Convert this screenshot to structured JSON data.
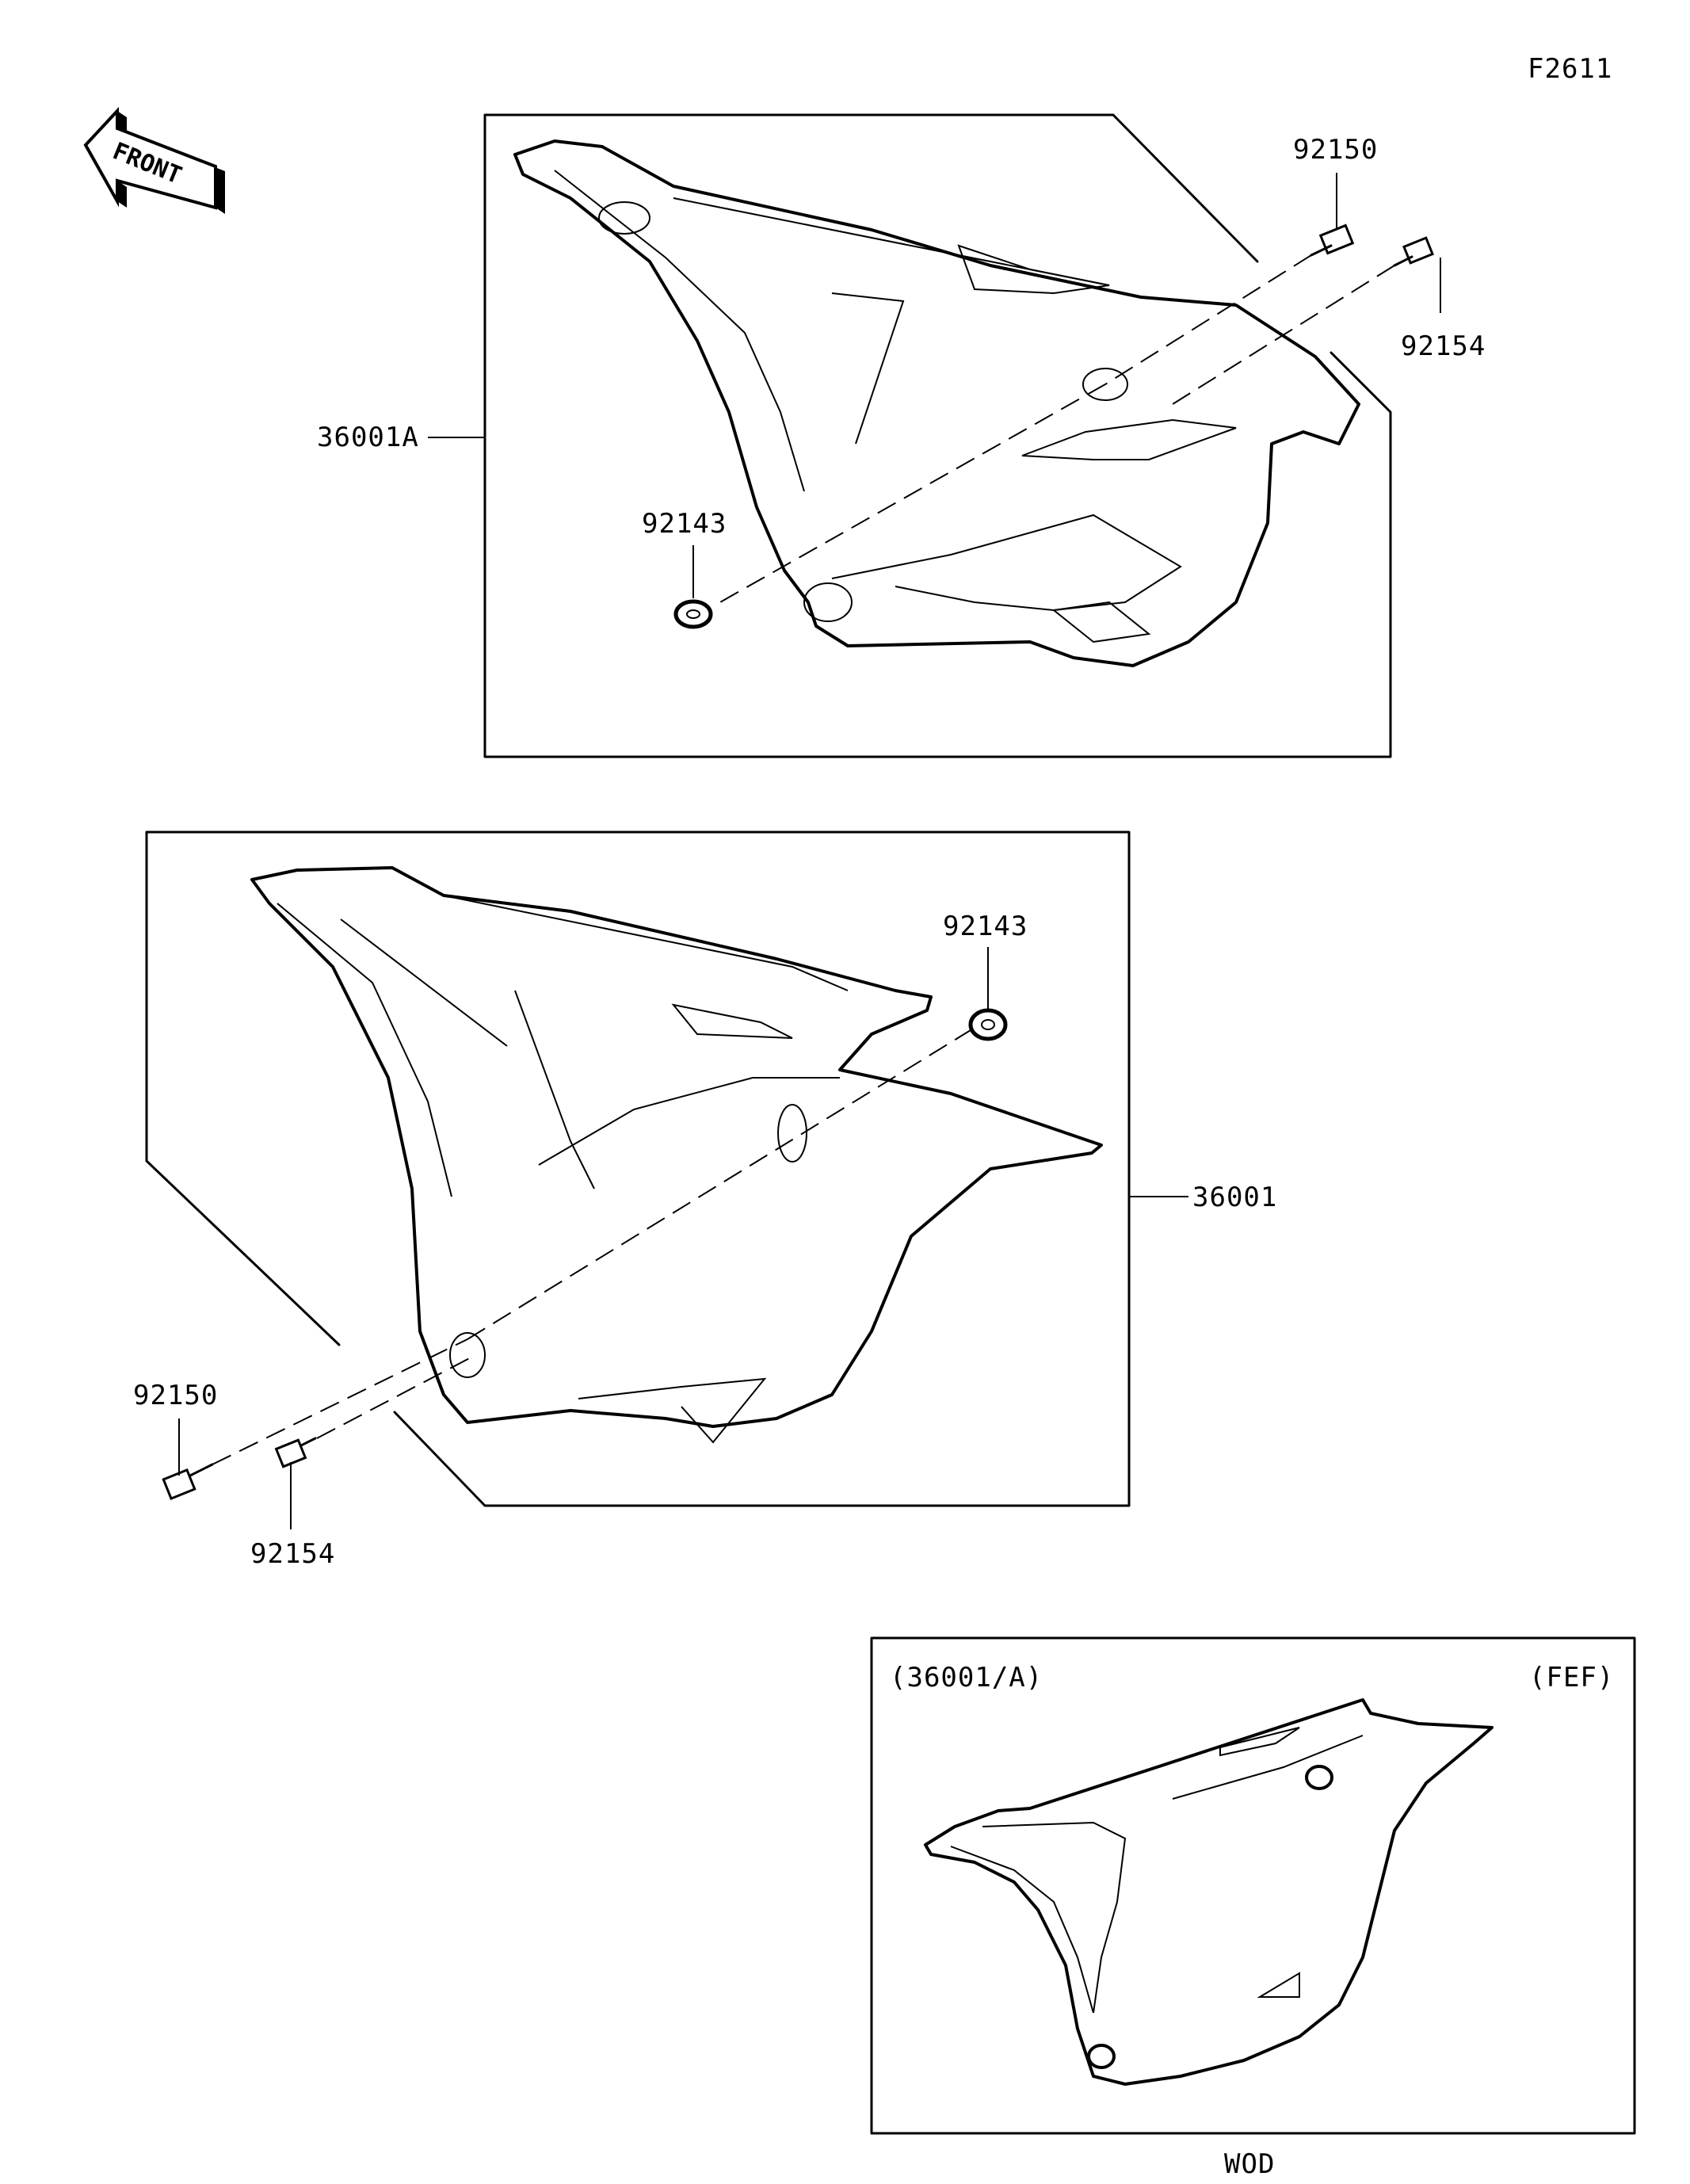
{
  "diagram_id": "F2611",
  "front_label": "FRONT",
  "upper_group": {
    "label_cover": "36001A",
    "label_bolt": "92150",
    "label_screw": "92154",
    "label_grommet": "92143"
  },
  "lower_group": {
    "label_cover": "36001",
    "label_grommet": "92143",
    "label_bolt": "92150",
    "label_screw": "92154"
  },
  "inset": {
    "label_left": "(36001/A)",
    "label_right": "(FEF)",
    "caption": "WOD"
  }
}
